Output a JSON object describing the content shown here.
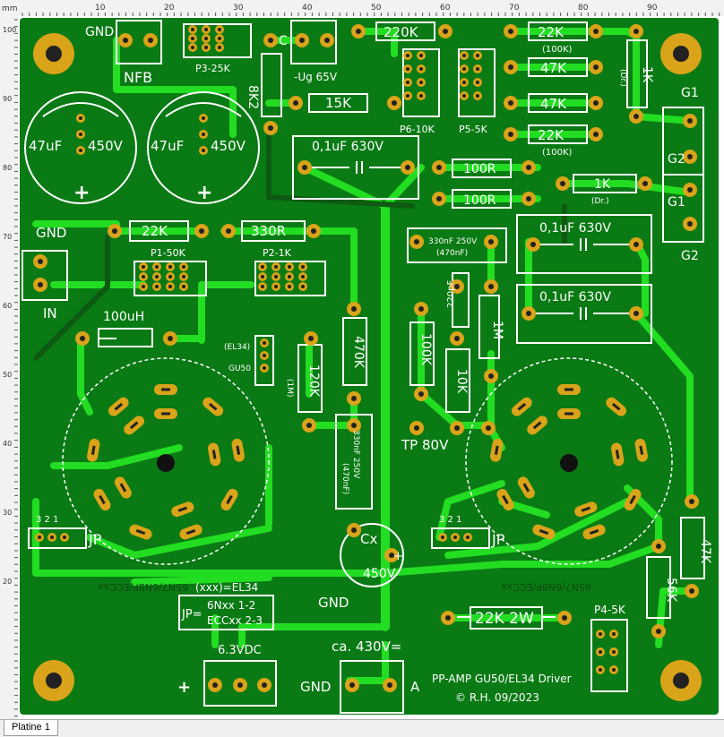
{
  "ruler": {
    "unit": "mm",
    "top_ticks": [
      "10",
      "20",
      "30",
      "40",
      "50",
      "60",
      "70",
      "80",
      "90"
    ],
    "left_ticks": [
      "100",
      "90",
      "80",
      "70",
      "60",
      "50",
      "40",
      "30",
      "20"
    ]
  },
  "tab": {
    "label": "Platine 1"
  },
  "colors": {
    "board": "#0a7a14",
    "trace": "#22dd22",
    "pad": "#d9a41a",
    "drill": "#222222",
    "silk": "#ffffff",
    "ruler_bg": "#f2f2f2"
  },
  "labels": {
    "gnd_top": "GND",
    "nfb": "NFB",
    "p3": "P3-25K",
    "c": "C",
    "ug": "-Ug 65V",
    "r220k": "220K",
    "r22k_top": "22K",
    "r22k_top_sub": "(100K)",
    "r47k_1": "47K",
    "r47k_2": "47K",
    "r22k_mid": "22K",
    "r22k_mid_sub": "(100K)",
    "r1k_v": "1K",
    "r1k_v_sub": "(Dr.)",
    "g1_top": "G1",
    "g2_top": "G2",
    "g1_bot": "G1",
    "g2_bot": "G2",
    "r8k2": "8K2",
    "r15k": "15K",
    "p6": "P6-10K",
    "p5": "P5-5K",
    "cap1_val": "47uF",
    "cap1_v": "450V",
    "cap2_val": "47uF",
    "cap2_v": "450V",
    "c_mid": "0,1uF 630V",
    "r100r_1": "100R",
    "r100r_2": "100R",
    "r1k_h": "1K",
    "r1k_h_sub": "(Dr.)",
    "gnd_left": "GND",
    "in": "IN",
    "r22k_left": "22K",
    "r330r": "330R",
    "p1": "P1-50K",
    "p2": "P2-1K",
    "c_right1": "0,1uF 630V",
    "c_right2": "0,1uF 630V",
    "c330n_top": "330nF 250V",
    "c330n_top_sub": "(470nF)",
    "c220p": "220pF",
    "r1m_v": "1M",
    "l100u": "100uH",
    "el34": "(EL34)",
    "gu50": "GU50",
    "r470k": "470K",
    "r120k": "120K",
    "r120k_sub": "(1M)",
    "r100k": "100K",
    "r10k": "10K",
    "c330n_bot": "330nF 250V",
    "c330n_bot_sub": "(470nF)",
    "tp": "TP 80V",
    "jp1": "JP",
    "jp2": "JP",
    "jp_nums": "3  2  1",
    "cx": "Cx",
    "cx_v": "450V",
    "r47k_v": "47K",
    "r56k": "56K",
    "gnd_mid": "GND",
    "xxx": "(xxx)=EL34",
    "jp_eq": "JP=",
    "six_n": "6Nxx  1-2",
    "ecc": "ECCxx 2-3",
    "r22k2w": "22K 2W",
    "p4": "P4-5K",
    "v63": "6.3VDC",
    "plus": "+",
    "ca430": "ca. 430V=",
    "gnd_bottom": "GND",
    "a": "A",
    "title": "PP-AMP GU50/EL34 Driver",
    "copyright": "© R.H. 09/2023",
    "tube_text_l": "6SN7/6N8P/ECCxx",
    "tube_text_r": "6SN7/6N8P/ECCxx"
  }
}
